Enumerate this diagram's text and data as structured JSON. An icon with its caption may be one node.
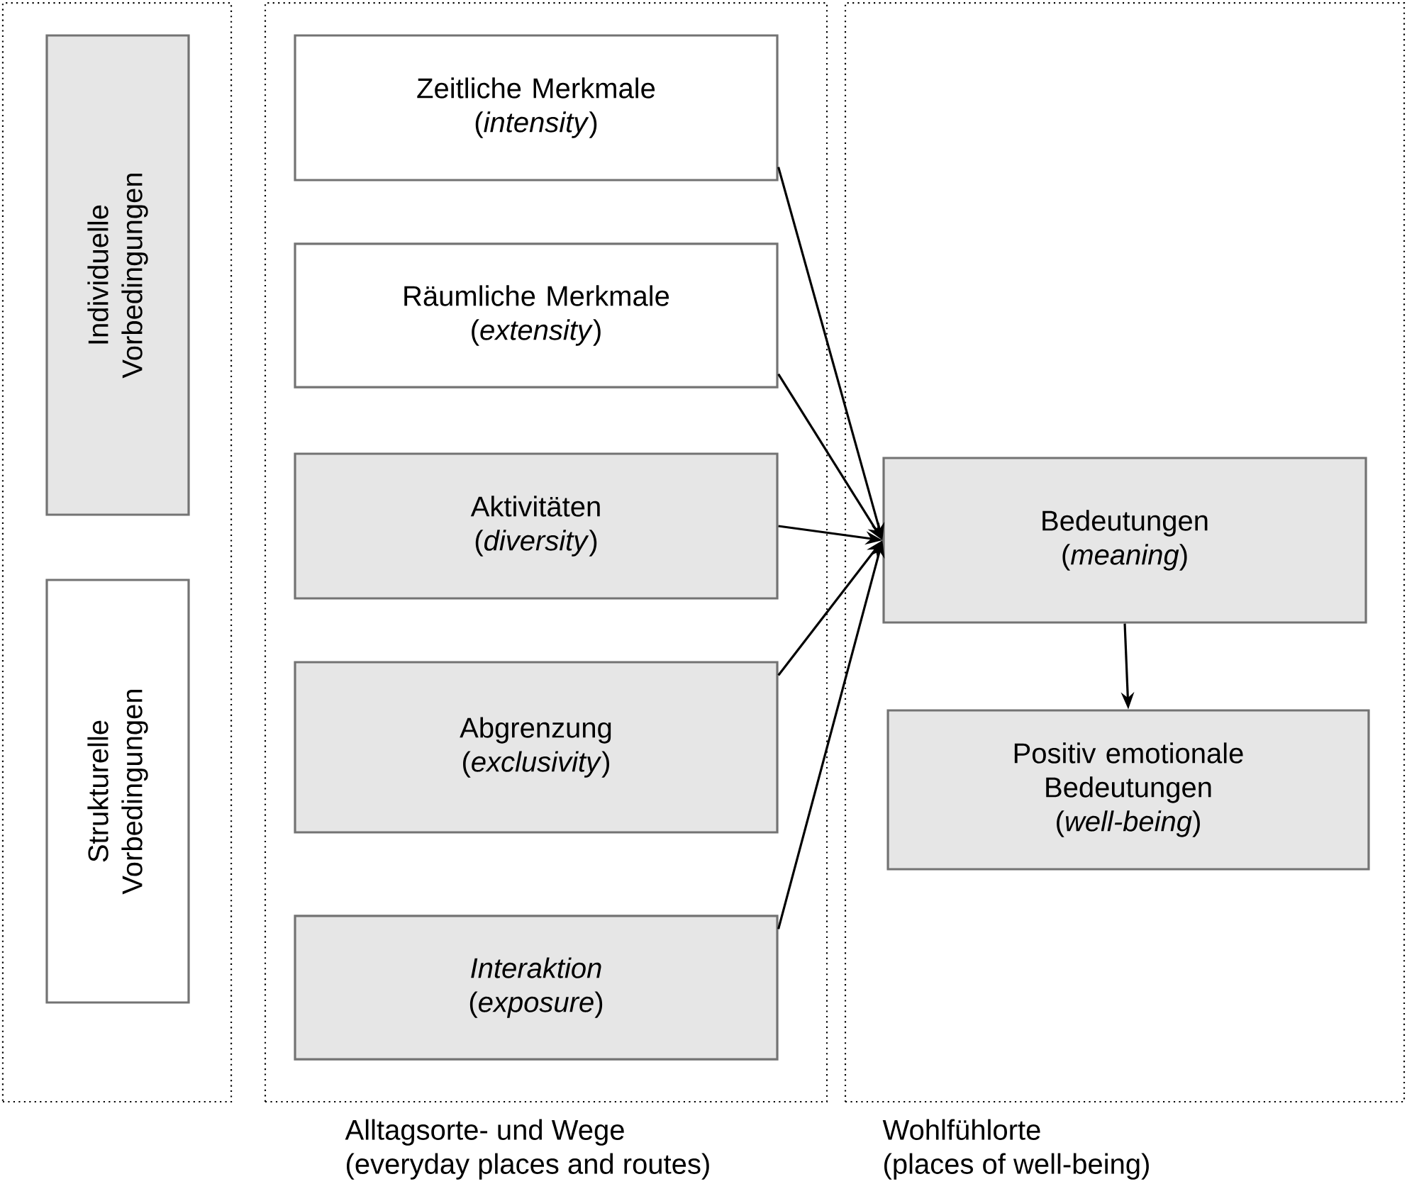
{
  "diagram": {
    "nodes": [
      {
        "text": [],
        "shape": "box"
      },
      {
        "text": [
          "Individuelle",
          "Vorbedingungen"
        ],
        "in": 0
      },
      {
        "text": [
          "Strukturelle",
          "Vorbedingungen"
        ],
        "in": 0
      },
      {
        "text": [
          "Alltagsorte- und Wege",
          "(everyday places and routes)"
        ]
      },
      {
        "text": [
          "Zeitliche Merkmale",
          "(*intensity*)"
        ],
        "in": 3
      },
      {
        "text": [
          "Räumliche Merkmale",
          "(*extensity*)"
        ],
        "in": 3
      },
      {
        "text": [
          "Aktivitäten",
          "(*diversity*)"
        ],
        "in": 3
      },
      {
        "text": [
          "Abgrenzung",
          "(*exclusivity*)"
        ],
        "in": 3
      },
      {
        "text": [
          "Interaktion",
          "(*exposure*)"
        ],
        "in": 3
      },
      {
        "text": [
          "Wohlfühlorte",
          "(places of well-being)"
        ]
      },
      {
        "text": [
          "Bedeutungen",
          "(*meaning*)"
        ],
        "in": 9
      },
      {
        "text": [
          "Positiv emotionale Bedeutungen",
          "(*well-being*)"
        ],
        "in": 9
      }
    ],
    "edges": [
      {
        "from": 4,
        "to": 10,
        "arrow": "to"
      },
      {
        "from": 5,
        "to": 10,
        "arrow": "to"
      },
      {
        "from": 6,
        "to": 10,
        "arrow": "to"
      },
      {
        "from": 7,
        "to": 10,
        "arrow": "to"
      },
      {
        "from": 8,
        "to": 10,
        "arrow": "to"
      },
      {
        "from": 10,
        "to": 11,
        "arrow": "to"
      }
    ]
  }
}
